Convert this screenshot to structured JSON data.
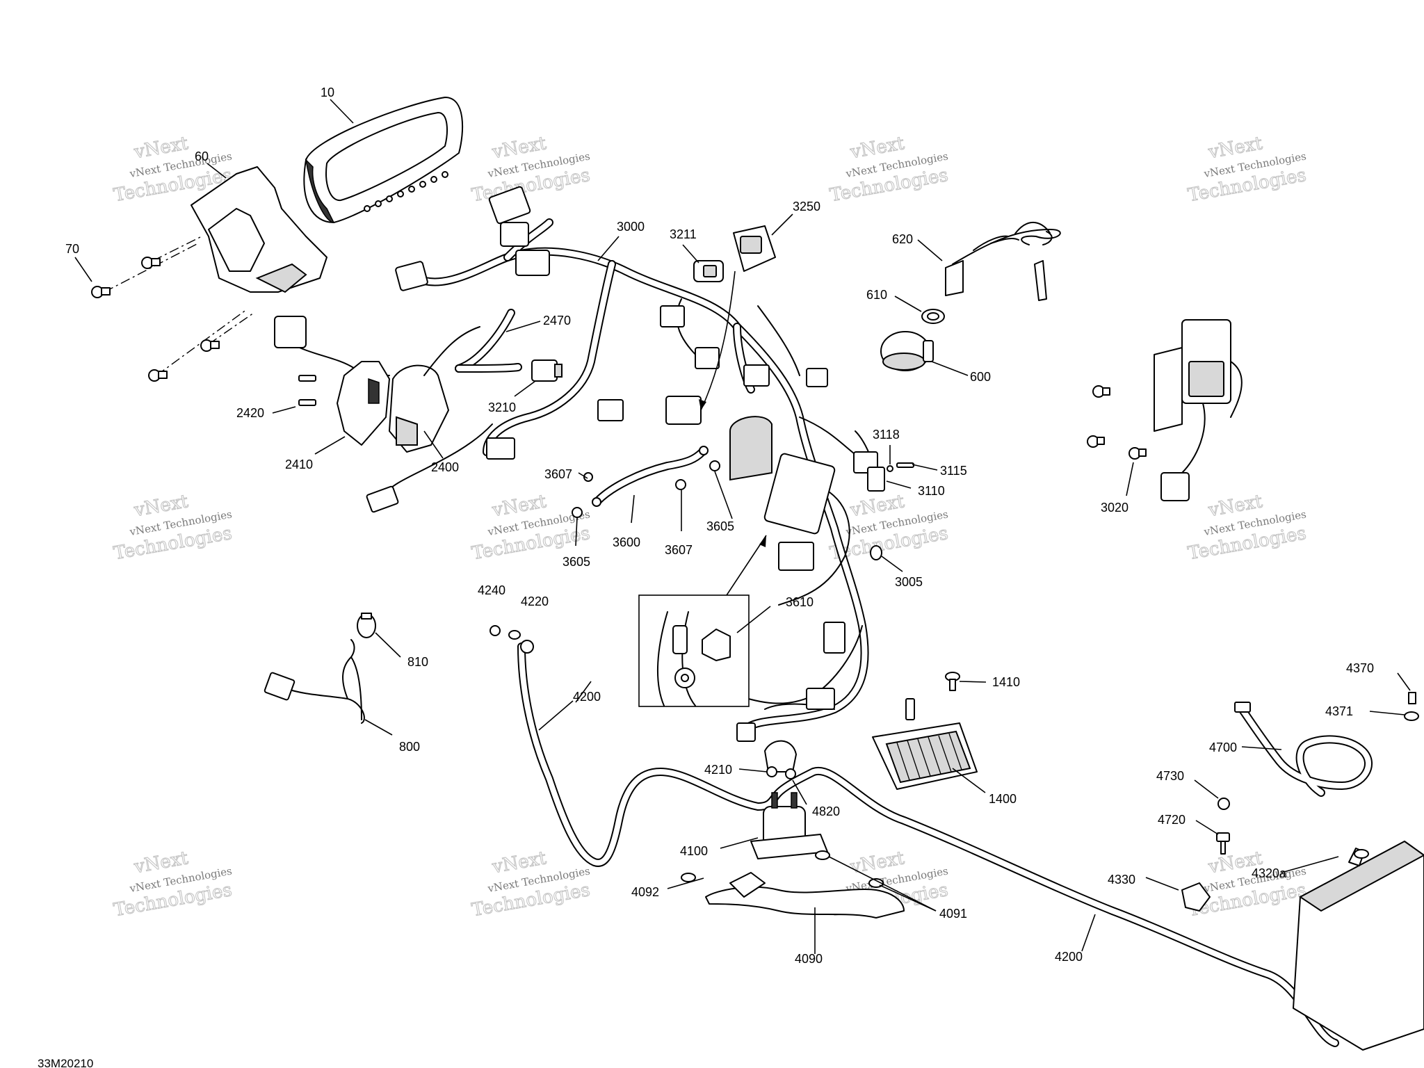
{
  "diagram_id": "33M20210",
  "watermark": {
    "line1": "vNext Technologies",
    "line2": "Technologies",
    "line3": "vNext"
  },
  "callouts": [
    "10",
    "60",
    "70",
    "3000",
    "3211",
    "3250",
    "620",
    "610",
    "600",
    "2470",
    "3210",
    "2420",
    "2410",
    "2400",
    "3118",
    "3115",
    "3110",
    "3020",
    "3607",
    "3605",
    "3600",
    "3005",
    "4240",
    "4220",
    "3610",
    "810",
    "800",
    "4200",
    "1410",
    "1400",
    "4370",
    "4371",
    "4700",
    "4730",
    "4720",
    "4210",
    "4820",
    "4100",
    "4092",
    "4091",
    "4090",
    "4330",
    "4320a"
  ],
  "callout_labels": {
    "c10": "10",
    "c60": "60",
    "c70": "70",
    "c3000": "3000",
    "c3211": "3211",
    "c3250": "3250",
    "c620": "620",
    "c610": "610",
    "c600": "600",
    "c2470": "2470",
    "c3210": "3210",
    "c2420": "2420",
    "c2410": "2410",
    "c2400": "2400",
    "c3118": "3118",
    "c3115": "3115",
    "c3110": "3110",
    "c3020": "3020",
    "c3607a": "3607",
    "c3605a": "3605",
    "c3600": "3600",
    "c3607b": "3607",
    "c3605b": "3605",
    "c3005": "3005",
    "c4240": "4240",
    "c4220": "4220",
    "c3610": "3610",
    "c810": "810",
    "c800": "800",
    "c4200a": "4200",
    "c1410": "1410",
    "c1400": "1400",
    "c4370": "4370",
    "c4371": "4371",
    "c4700": "4700",
    "c4730": "4730",
    "c4720": "4720",
    "c4210": "4210",
    "c4820": "4820",
    "c4100": "4100",
    "c4092": "4092",
    "c4091": "4091",
    "c4090": "4090",
    "c4330": "4330",
    "c4320a": "4320a",
    "c4200b": "4200"
  }
}
